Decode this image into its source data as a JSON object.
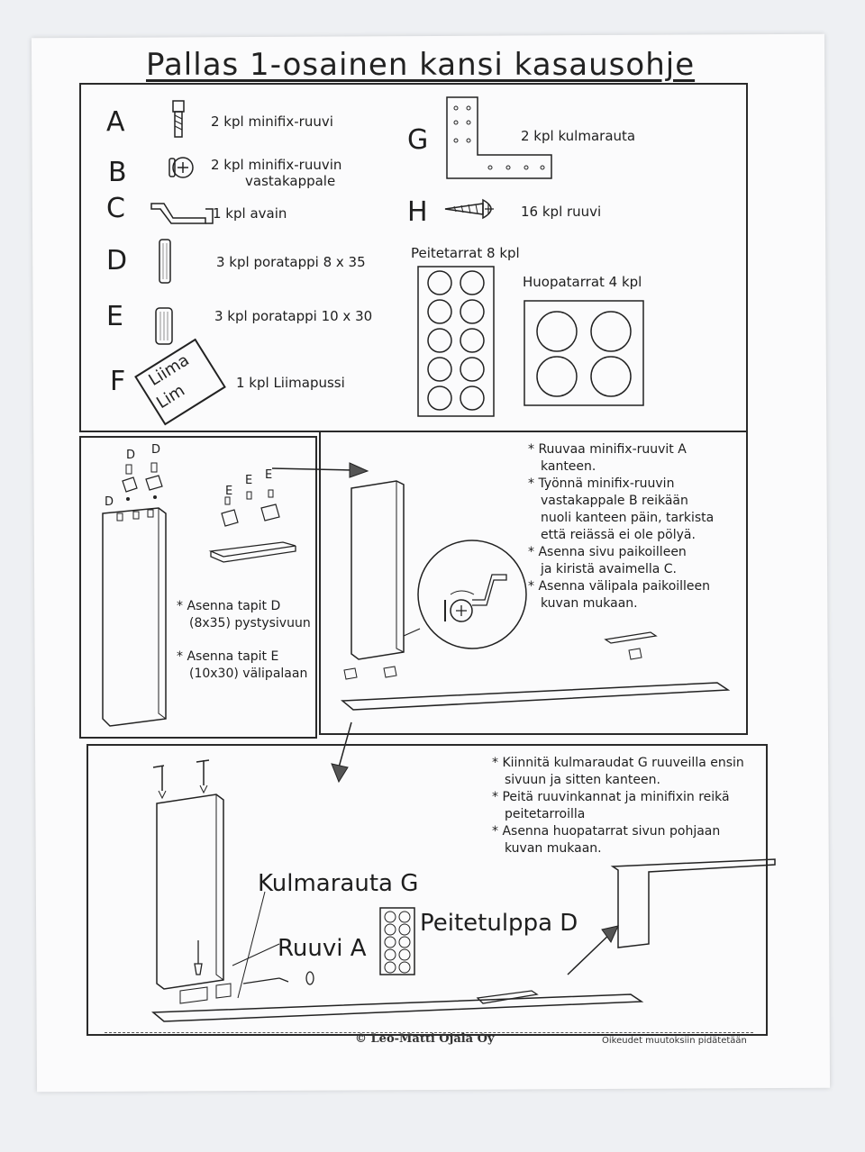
{
  "title": "Pallas 1-osainen kansi kasausohje",
  "parts": [
    {
      "letter": "A",
      "text": "2 kpl minifix-ruuvi"
    },
    {
      "letter": "B",
      "text": "2 kpl minifix-ruuvin",
      "text2": "vastakappale"
    },
    {
      "letter": "C",
      "text": "1 kpl avain"
    },
    {
      "letter": "D",
      "text": "3 kpl poratappi 8 x 35"
    },
    {
      "letter": "E",
      "text": "3 kpl poratappi 10 x 30"
    },
    {
      "letter": "F",
      "text": "1 kpl Liimapussi",
      "bag1": "Liima",
      "bag2": "Lim"
    },
    {
      "letter": "G",
      "text": "2 kpl kulmarauta"
    },
    {
      "letter": "H",
      "text": "16 kpl ruuvi"
    }
  ],
  "stickers": {
    "cover_caps": "Peitetarrat 8 kpl",
    "felt_pads": "Huopatarrat 4 kpl"
  },
  "step1": {
    "label_d": "D",
    "label_e": "E",
    "instructions": [
      "* Asenna tapit D",
      "(8x35) pystysivuun",
      "* Asenna tapit E",
      "(10x30) välipalaan"
    ]
  },
  "step2": {
    "instructions": [
      "* Ruuvaa minifix-ruuvit A",
      "kanteen.",
      "* Työnnä minifix-ruuvin",
      "vastakappale B reikään",
      "nuoli kanteen päin, tarkista",
      "että reiässä ei ole pölyä.",
      "* Asenna sivu paikoilleen",
      "ja kiristä avaimella C.",
      "* Asenna välipala paikoilleen",
      "kuvan  mukaan."
    ]
  },
  "step3": {
    "instructions": [
      "* Kiinnitä kulmaraudat G ruuveilla ensin",
      "sivuun ja sitten kanteen.",
      "* Peitä ruuvinkannat ja minifixin reikä",
      "peitetarroilla",
      "* Asenna huopatarrat sivun pohjaan",
      "kuvan mukaan."
    ],
    "callout_bracket": "Kulmarauta G",
    "callout_screw": "Ruuvi A",
    "callout_cap": "Peitetulppa D"
  },
  "footer": {
    "copyright": "© Leo-Matti Ojala Oy",
    "rights": "Oikeudet muutoksiin pidätetään"
  }
}
